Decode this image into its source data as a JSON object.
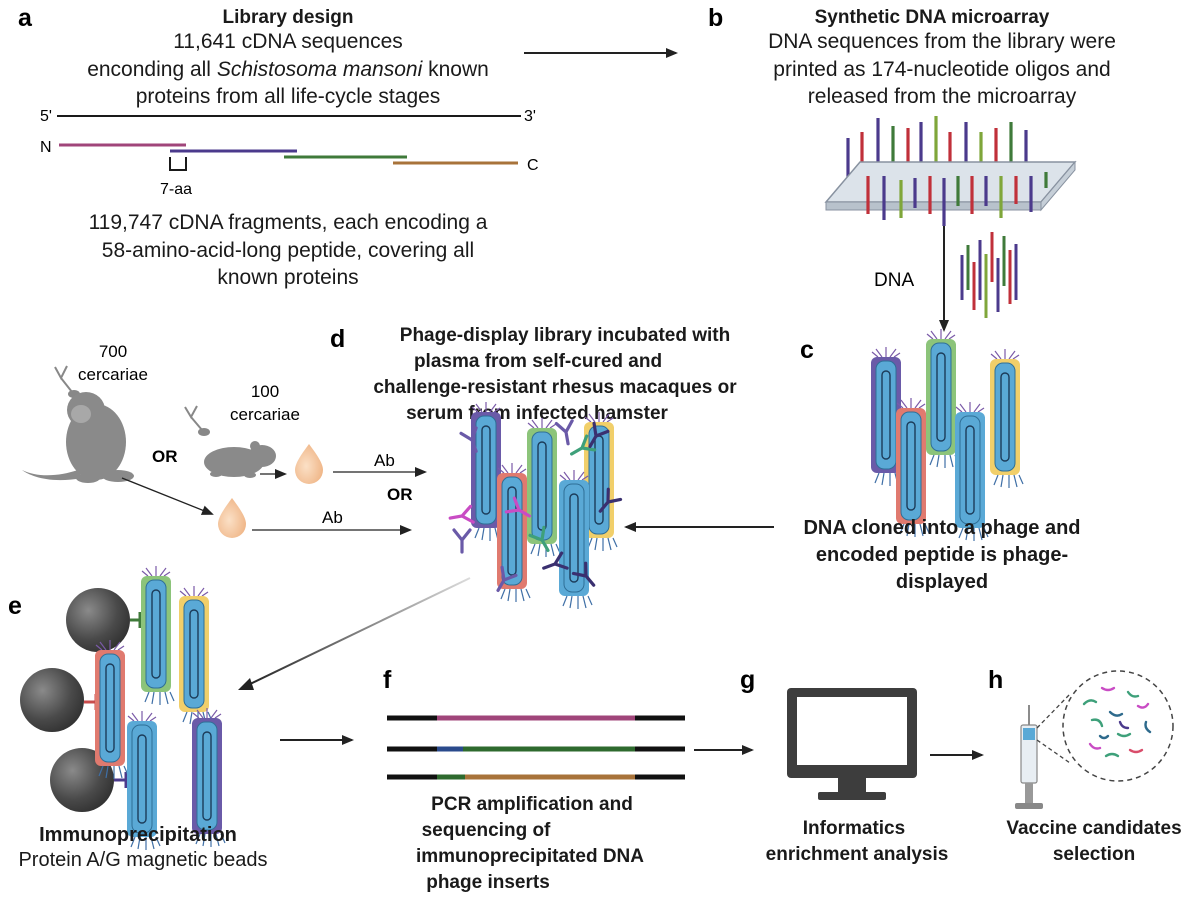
{
  "panels": {
    "a": {
      "letter": "a",
      "heading": "Library design",
      "line1": "11,641 cDNA sequences",
      "line2_pre": "enconding all ",
      "line2_italic": "Schistosoma mansoni",
      "line2_post": " known",
      "line3": "proteins from all life-cycle stages",
      "five_prime": "5'",
      "three_prime": "3'",
      "n_term": "N",
      "c_term": "C",
      "overlap": "7-aa",
      "frag1": "119,747 cDNA fragments, each encoding a",
      "frag2": "58-amino-acid-long peptide, covering all",
      "frag3": "known proteins"
    },
    "b": {
      "letter": "b",
      "heading": "Synthetic DNA microarray",
      "line1": "DNA sequences from the library were",
      "line2": "printed as 174-nucleotide oligos and",
      "line3": "released from the microarray",
      "dna_label": "DNA"
    },
    "c": {
      "letter": "c",
      "line1": "DNA cloned into a phage  and",
      "line2": "encoded peptide is phage-",
      "line3": "displayed"
    },
    "d": {
      "letter": "d",
      "line1": "Phage-display library incubated with",
      "line2": "plasma from self-cured and",
      "line3": "challenge-resistant rhesus macaques or",
      "line4": "serum from infected hamster",
      "macaque_dose_1": "700",
      "macaque_dose_2": "cercariae",
      "hamster_dose_1": "100",
      "hamster_dose_2": "cercariae",
      "or_left": "OR",
      "or_mid": "OR",
      "ab_top": "Ab",
      "ab_bottom": "Ab"
    },
    "e": {
      "letter": "e",
      "heading": "Immunoprecipitation",
      "sub": "Protein A/G magnetic beads"
    },
    "f": {
      "letter": "f",
      "line1": "PCR amplification and",
      "line2": "sequencing of",
      "line3": "immunoprecipitated  DNA",
      "line4": "phage inserts"
    },
    "g": {
      "letter": "g",
      "line1": "Informatics",
      "line2": "enrichment analysis"
    },
    "h": {
      "letter": "h",
      "line1": "Vaccine candidates",
      "line2": "selection"
    }
  },
  "colors": {
    "magenta": "#a0457a",
    "purple": "#4b3a8c",
    "green": "#3f7a3a",
    "brown": "#a8733a",
    "phage_body": "#5aa9d6",
    "phage_red": "#e07a6f",
    "phage_green": "#8cc47a",
    "phage_yellow": "#f1cf6a",
    "phage_purple": "#6a5aa8",
    "bead": "#555555",
    "droplet": "#f5c7a0",
    "monkey": "#8a8a8a"
  },
  "icons": [
    "arrow-icon",
    "microarray-icon",
    "dna-strands-icon",
    "phage-icon",
    "monkey-icon",
    "hamster-icon",
    "cercaria-icon",
    "droplet-icon",
    "antibody-icon",
    "bead-icon",
    "computer-monitor-icon",
    "syringe-icon",
    "petri-dish-icon"
  ]
}
